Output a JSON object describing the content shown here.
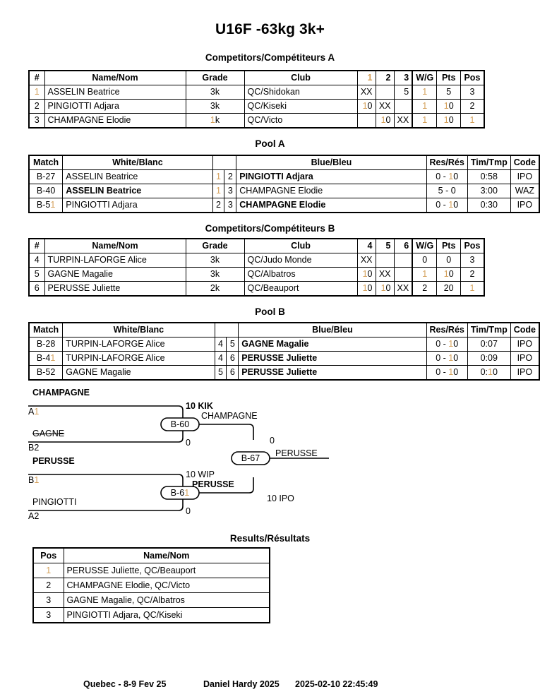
{
  "title": "U16F -63kg 3k+",
  "sections": {
    "competitors_a": "Competitors/Compétiteurs A",
    "pool_a": "Pool A",
    "competitors_b": "Competitors/Compétiteurs B",
    "pool_b": "Pool B",
    "results": "Results/Résultats"
  },
  "competitor_headers": {
    "num": "#",
    "name": "Name/Nom",
    "grade": "Grade",
    "club": "Club",
    "wg": "W/G",
    "pts": "Pts",
    "pos": "Pos"
  },
  "competitors_a": {
    "opponent_cols": [
      "1",
      "2",
      "3"
    ],
    "rows": [
      {
        "num": "1",
        "name": "ASSELIN Beatrice",
        "grade": "3k",
        "club": "QC/Shidokan",
        "cells": [
          "XX",
          "",
          "5"
        ],
        "wg": "1",
        "pts": "5",
        "pos": "3"
      },
      {
        "num": "2",
        "name": "PINGIOTTI Adjara",
        "grade": "3k",
        "club": "QC/Kiseki",
        "cells": [
          "10",
          "XX",
          ""
        ],
        "wg": "1",
        "pts": "10",
        "pos": "2"
      },
      {
        "num": "3",
        "name": "CHAMPAGNE Elodie",
        "grade": "1k",
        "club": "QC/Victo",
        "cells": [
          "",
          "10",
          "XX"
        ],
        "wg": "1",
        "pts": "10",
        "pos": "1"
      }
    ]
  },
  "competitors_b": {
    "opponent_cols": [
      "4",
      "5",
      "6"
    ],
    "rows": [
      {
        "num": "4",
        "name": "TURPIN-LAFORGE Alice",
        "grade": "3k",
        "club": "QC/Judo Monde",
        "cells": [
          "XX",
          "",
          ""
        ],
        "wg": "0",
        "pts": "0",
        "pos": "3"
      },
      {
        "num": "5",
        "name": "GAGNE Magalie",
        "grade": "3k",
        "club": "QC/Albatros",
        "cells": [
          "10",
          "XX",
          ""
        ],
        "wg": "1",
        "pts": "10",
        "pos": "2"
      },
      {
        "num": "6",
        "name": "PERUSSE Juliette",
        "grade": "2k",
        "club": "QC/Beauport",
        "cells": [
          "10",
          "10",
          "XX"
        ],
        "wg": "2",
        "pts": "20",
        "pos": "1"
      }
    ]
  },
  "pool_headers": {
    "match": "Match",
    "white": "White/Blanc",
    "blue": "Blue/Bleu",
    "res": "Res/Rés",
    "tim": "Tim/Tmp",
    "code": "Code"
  },
  "pool_a": {
    "rows": [
      {
        "match": "B-27",
        "white": "ASSELIN Beatrice",
        "white_bold": false,
        "seed_white": "1",
        "seed_blue": "2",
        "blue": "PINGIOTTI Adjara",
        "blue_bold": true,
        "res": "0 - 10",
        "tim": "0:58",
        "code": "IPO"
      },
      {
        "match": "B-40",
        "white": "ASSELIN Beatrice",
        "white_bold": true,
        "seed_white": "1",
        "seed_blue": "3",
        "blue": "CHAMPAGNE Elodie",
        "blue_bold": false,
        "res": "5 - 0",
        "tim": "3:00",
        "code": "WAZ"
      },
      {
        "match": "B-51",
        "white": "PINGIOTTI Adjara",
        "white_bold": false,
        "seed_white": "2",
        "seed_blue": "3",
        "blue": "CHAMPAGNE Elodie",
        "blue_bold": true,
        "res": "0 - 10",
        "tim": "0:30",
        "code": "IPO"
      }
    ]
  },
  "pool_b": {
    "rows": [
      {
        "match": "B-28",
        "white": "TURPIN-LAFORGE Alice",
        "white_bold": false,
        "seed_white": "4",
        "seed_blue": "5",
        "blue": "GAGNE Magalie",
        "blue_bold": true,
        "res": "0 - 10",
        "tim": "0:07",
        "code": "IPO"
      },
      {
        "match": "B-41",
        "white": "TURPIN-LAFORGE Alice",
        "white_bold": false,
        "seed_white": "4",
        "seed_blue": "6",
        "blue": "PERUSSE Juliette",
        "blue_bold": true,
        "res": "0 - 10",
        "tim": "0:09",
        "code": "IPO"
      },
      {
        "match": "B-52",
        "white": "GAGNE Magalie",
        "white_bold": false,
        "seed_white": "5",
        "seed_blue": "6",
        "blue": "PERUSSE Juliette",
        "blue_bold": true,
        "res": "0 - 10",
        "tim": "0:10",
        "code": "IPO"
      }
    ]
  },
  "bracket": {
    "semifinal_1": {
      "match_id": "B-60",
      "top_competitor": "CHAMPAGNE",
      "top_seed": "A1",
      "top_score": "10 KIK",
      "bottom_competitor": "GAGNE",
      "bottom_seed": "B2",
      "bottom_score": "0",
      "winner": "CHAMPAGNE"
    },
    "semifinal_2": {
      "match_id": "B-61",
      "top_competitor": "PERUSSE",
      "top_seed": "B1",
      "top_score": "10 WIP",
      "bottom_competitor": "PINGIOTTI",
      "bottom_seed": "A2",
      "bottom_score": "0",
      "winner": "PERUSSE"
    },
    "final": {
      "match_id": "B-67",
      "top_score": "0",
      "bottom_score": "10 IPO",
      "winner": "PERUSSE"
    }
  },
  "results_headers": {
    "pos": "Pos",
    "name": "Name/Nom"
  },
  "results": {
    "rows": [
      {
        "pos": "1",
        "name": "PERUSSE Juliette, QC/Beauport"
      },
      {
        "pos": "2",
        "name": "CHAMPAGNE Elodie, QC/Victo"
      },
      {
        "pos": "3",
        "name": "GAGNE Magalie, QC/Albatros"
      },
      {
        "pos": "3",
        "name": "PINGIOTTI Adjara, QC/Kiseki"
      }
    ]
  },
  "footer": {
    "venue": "Quebec - 8-9 Fev 25",
    "author": "Daniel Hardy 2025",
    "timestamp": "2025-02-10 22:45:49"
  }
}
